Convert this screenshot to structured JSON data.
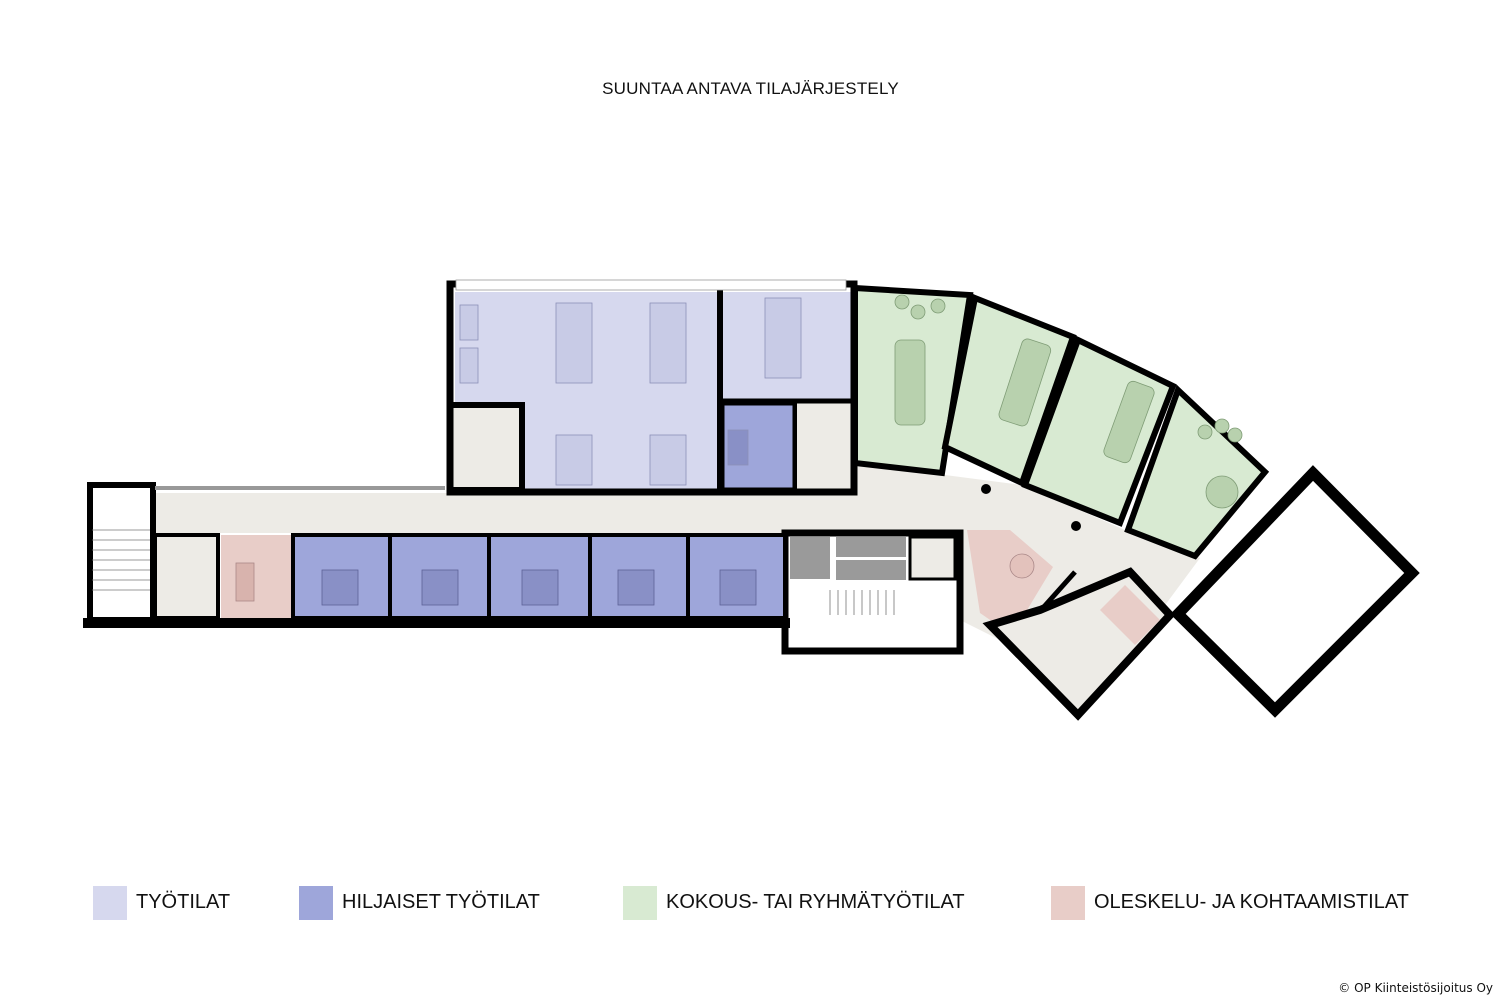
{
  "title": "SUUNTAA ANTAVA TILAJÄRJESTELY",
  "colors": {
    "workspace": "#d6d8ee",
    "quiet": "#9ea6da",
    "meeting": "#d8ead2",
    "lounge": "#e8cdc8",
    "corridor": "#edebe6",
    "wall": "#000000",
    "core": "#9a9a9a"
  },
  "legend": [
    {
      "label": "TYÖTILAT",
      "color": "#d6d8ee"
    },
    {
      "label": "HILJAISET TYÖTILAT",
      "color": "#9ea6da"
    },
    {
      "label": "KOKOUS- TAI RYHMÄTYÖTILAT",
      "color": "#d8ead2"
    },
    {
      "label": "OLESKELU- JA KOHTAAMISTILAT",
      "color": "#e8cdc8"
    }
  ],
  "copyright": "© OP Kiinteistösijoitus Oy"
}
